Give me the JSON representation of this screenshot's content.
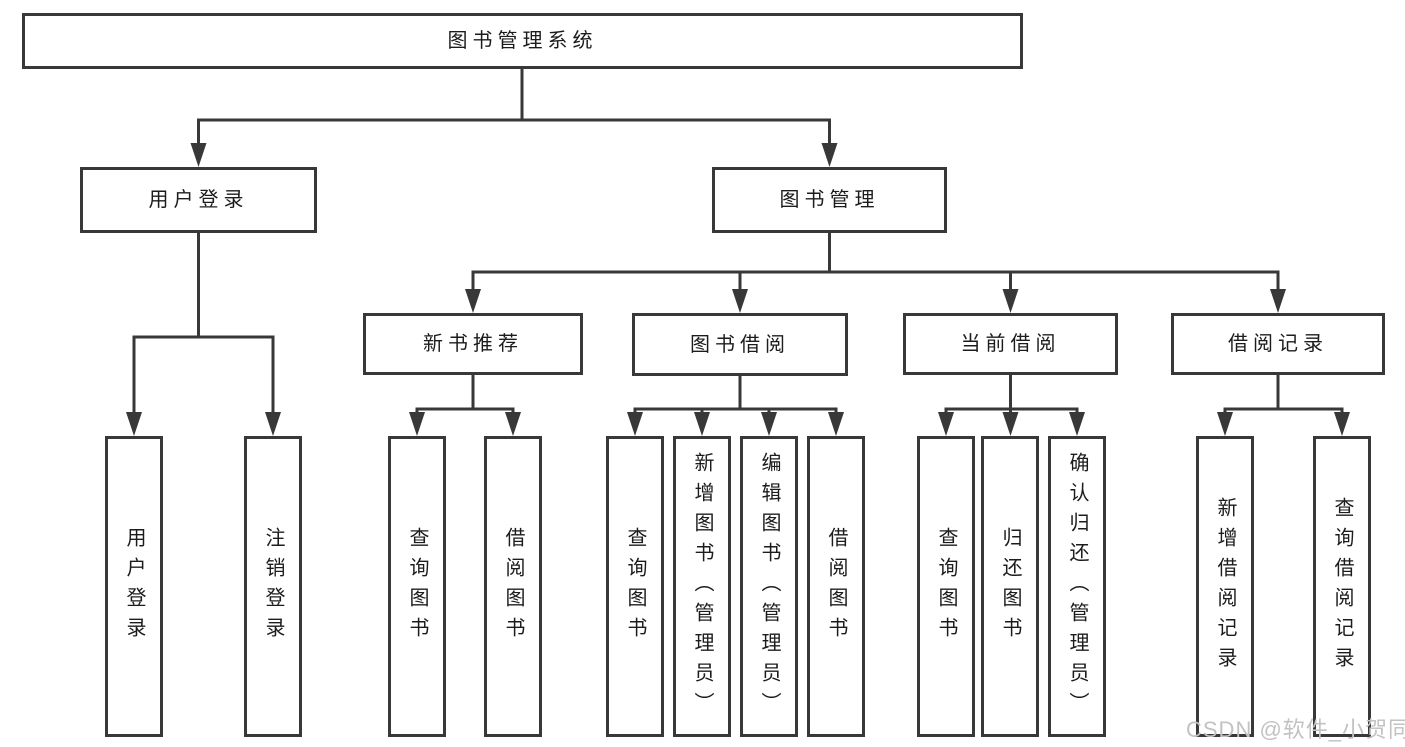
{
  "diagram_title": "图书管理系统",
  "watermark": "CSDN @软件_小贺同学",
  "colors": {
    "line": "#383838",
    "box_border": "#383838",
    "box_fill": "#ffffff",
    "text": "#1c1c1c",
    "watermark": "#c2c2c2",
    "background": "#ffffff"
  },
  "tree": {
    "root": {
      "label": "图书管理系统",
      "children": [
        {
          "label": "用户登录",
          "children": [
            {
              "label": "用户登录"
            },
            {
              "label": "注销登录"
            }
          ]
        },
        {
          "label": "图书管理",
          "children": [
            {
              "label": "新书推荐",
              "children": [
                {
                  "label": "查询图书"
                },
                {
                  "label": "借阅图书"
                }
              ]
            },
            {
              "label": "图书借阅",
              "children": [
                {
                  "label": "查询图书"
                },
                {
                  "label": "新增图书（管理员）"
                },
                {
                  "label": "编辑图书（管理员）"
                },
                {
                  "label": "借阅图书"
                }
              ]
            },
            {
              "label": "当前借阅",
              "children": [
                {
                  "label": "查询图书"
                },
                {
                  "label": "归还图书"
                },
                {
                  "label": "确认归还（管理员）"
                }
              ]
            },
            {
              "label": "借阅记录",
              "children": [
                {
                  "label": "新增借阅记录"
                },
                {
                  "label": "查询借阅记录"
                }
              ]
            }
          ]
        }
      ]
    }
  }
}
